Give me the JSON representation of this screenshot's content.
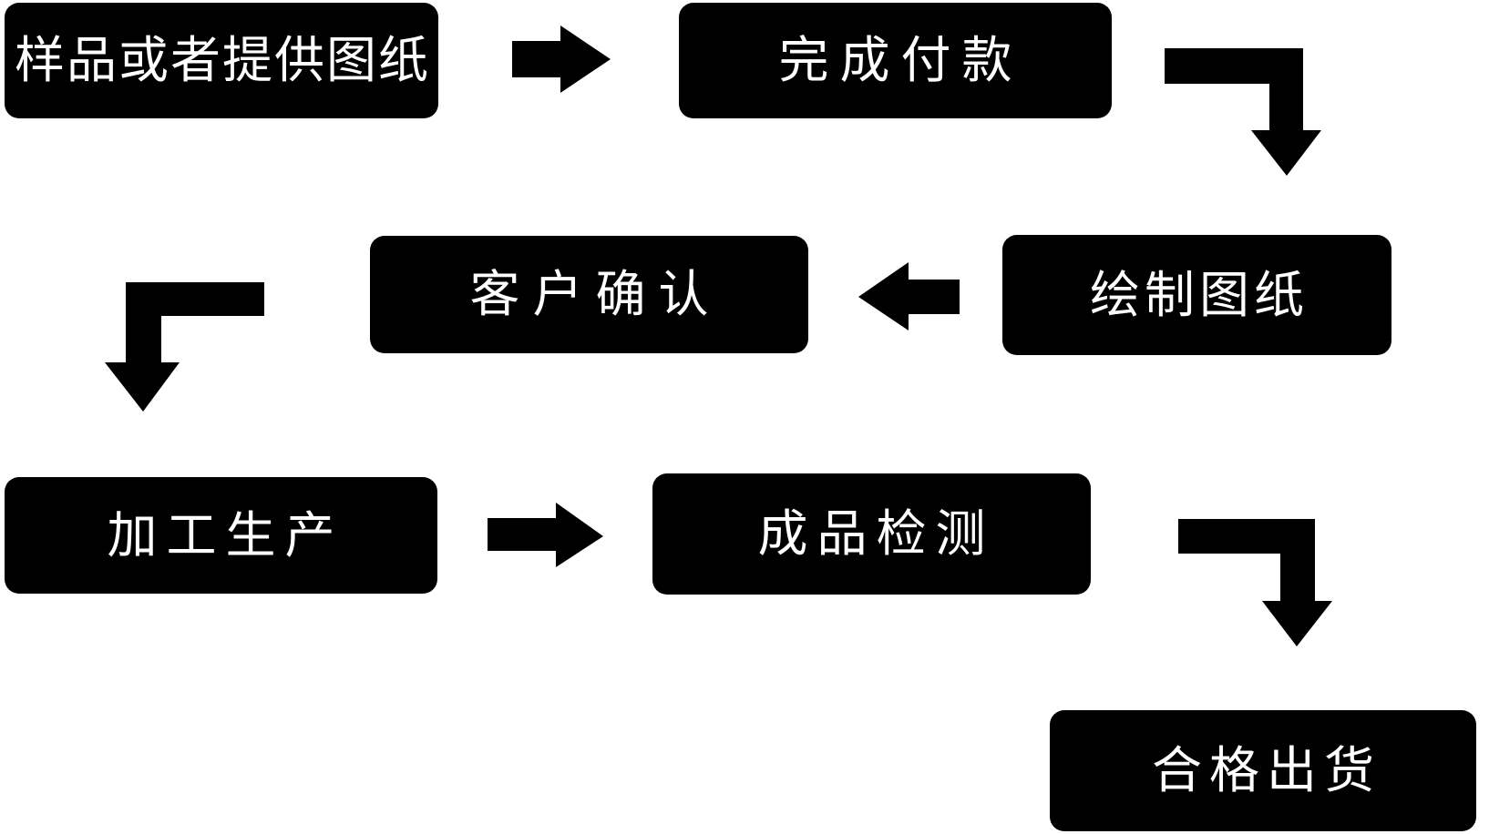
{
  "diagram": {
    "type": "flowchart",
    "steps": [
      {
        "label": "样品或者提供图纸"
      },
      {
        "label": "完成付款"
      },
      {
        "label": "绘制图纸"
      },
      {
        "label": "客户确认"
      },
      {
        "label": "加工生产"
      },
      {
        "label": "成品检测"
      },
      {
        "label": "合格出货"
      }
    ],
    "connections": [
      {
        "from": "样品或者提供图纸",
        "to": "完成付款",
        "arrow": "right"
      },
      {
        "from": "完成付款",
        "to": "绘制图纸",
        "arrow": "elbow-down-right"
      },
      {
        "from": "绘制图纸",
        "to": "客户确认",
        "arrow": "left"
      },
      {
        "from": "客户确认",
        "to": "加工生产",
        "arrow": "elbow-down-left"
      },
      {
        "from": "加工生产",
        "to": "成品检测",
        "arrow": "right"
      },
      {
        "from": "成品检测",
        "to": "合格出货",
        "arrow": "elbow-down-right"
      }
    ],
    "colors": {
      "background": "#ffffff",
      "box_fill": "#000000",
      "box_text": "#ffffff",
      "arrow_fill": "#000000"
    }
  }
}
